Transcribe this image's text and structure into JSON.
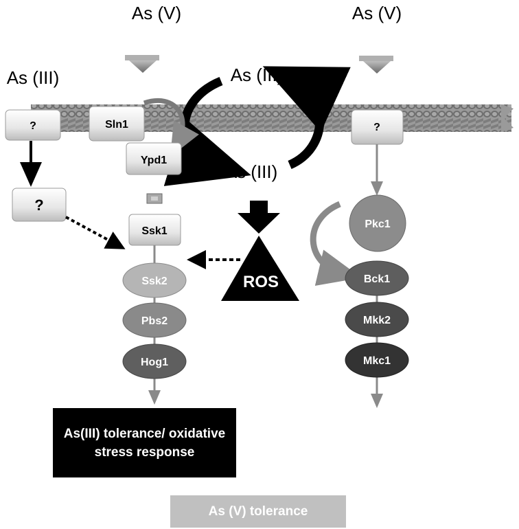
{
  "labels": {
    "as_v_left": "As (V)",
    "as_v_right": "As (V)",
    "as_iii_left": "As (III)",
    "as_iii_top": "As (III)",
    "as_iii_bottom": "As (III)"
  },
  "membrane_proteins": {
    "unknown_left": "?",
    "sln1": "Sln1",
    "unknown_right": "?"
  },
  "cytosol": {
    "unknown_inner": "?",
    "ypd1": "Ypd1",
    "ssk1": "Ssk1",
    "ros": "ROS"
  },
  "hog_pathway": [
    "Ssk2",
    "Pbs2",
    "Hog1"
  ],
  "pkc_pathway": [
    "Pkc1",
    "Bck1",
    "Mkk2",
    "Mkc1"
  ],
  "outputs": {
    "as_iii_tolerance_line1": "As(III) tolerance/ oxidative",
    "as_iii_tolerance_line2": "stress response",
    "as_v_tolerance": "As (V) tolerance"
  },
  "colors": {
    "ssk2": "#b5b5b5",
    "pbs2": "#8a8a8a",
    "hog1": "#5f5f5f",
    "pkc1": "#8c8c8c",
    "bck1": "#5e5e5e",
    "mkk2": "#4a4a4a",
    "mkc1": "#333333",
    "as_iii_box": "#000000",
    "as_v_box": "#c0c0c0"
  }
}
